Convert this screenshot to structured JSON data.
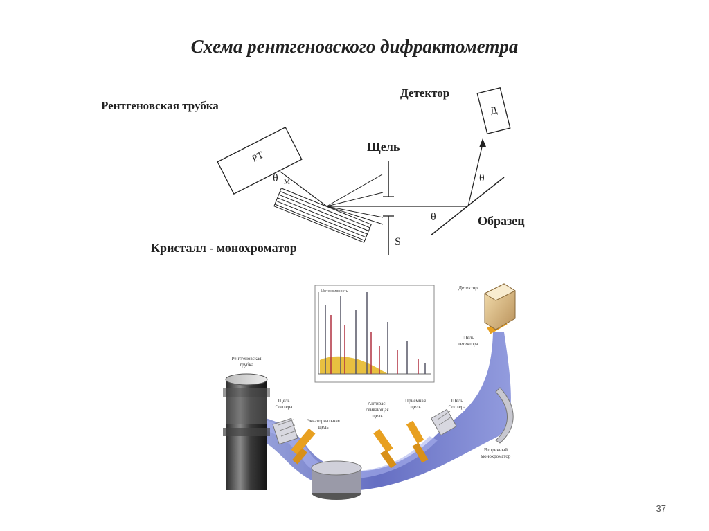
{
  "title": "Схема рентгеновского дифрактометра",
  "schematic": {
    "tube_label": "Рентгеновская трубка",
    "tube_box": "РТ",
    "theta_m_symbol": "θ",
    "theta_m_sub": "М",
    "crystal_label": "Кристалл - монохроматор",
    "slit_label": "Щель",
    "slit_s": "S",
    "detector_label": "Детектор",
    "detector_box": "Д",
    "theta": "θ",
    "sample_label": "Образец"
  },
  "illustration": {
    "tube_label_line1": "Рентгеновская",
    "tube_label_line2": "трубка",
    "soller1_line1": "Щель",
    "soller1_line2": "Соллера",
    "equatorial_line1": "Экваториальная",
    "equatorial_line2": "щель",
    "antiscatter_line1": "Антирас-",
    "antiscatter_line2": "сеивающая",
    "antiscatter_line3": "щель",
    "receiving_line1": "Приемная",
    "receiving_line2": "щель",
    "soller2_line1": "Щель",
    "soller2_line2": "Соллера",
    "detector_slit_line1": "Щель",
    "detector_slit_line2": "детектора",
    "detector": "Детектор",
    "secondary_line1": "Вторичный",
    "secondary_line2": "монохроматор",
    "inset_ylabel": "Интенсивность"
  },
  "page_number": "37",
  "colors": {
    "beam": "#4a55b8",
    "orange": "#e8a020",
    "peak_dark": "#555566",
    "peak_red": "#b03040",
    "bg_fill": "#e8c040"
  }
}
